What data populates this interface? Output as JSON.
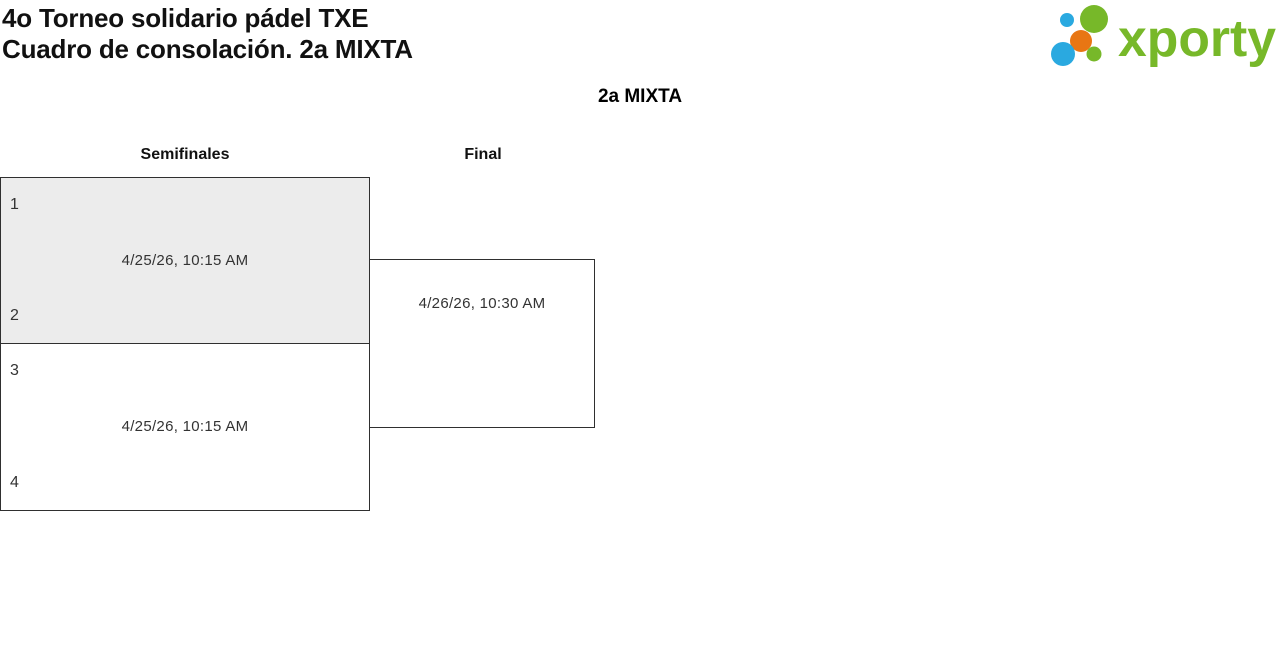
{
  "header": {
    "title_line1": "4o Torneo solidario pádel TXE",
    "title_line2": "Cuadro de consolación. 2a MIXTA",
    "logo_text": "xporty"
  },
  "category_title": "2a MIXTA",
  "colors": {
    "logo_green": "#77b829",
    "logo_blue": "#2aa9e0",
    "logo_orange": "#e87613",
    "box_border": "#2f2f2f",
    "box_highlight_fill": "#ececec",
    "box_text": "#333333"
  },
  "bracket": {
    "rounds": [
      {
        "label": "Semifinales"
      },
      {
        "label": "Final"
      }
    ],
    "matches": [
      {
        "round": "Semifinales",
        "slot_top": "1",
        "slot_bottom": "2",
        "datetime": "4/25/26, 10:15 AM"
      },
      {
        "round": "Semifinales",
        "slot_top": "3",
        "slot_bottom": "4",
        "datetime": "4/25/26, 10:15 AM"
      },
      {
        "round": "Final",
        "slot_top": "",
        "slot_bottom": "",
        "datetime": "4/26/26, 10:30 AM"
      }
    ]
  }
}
